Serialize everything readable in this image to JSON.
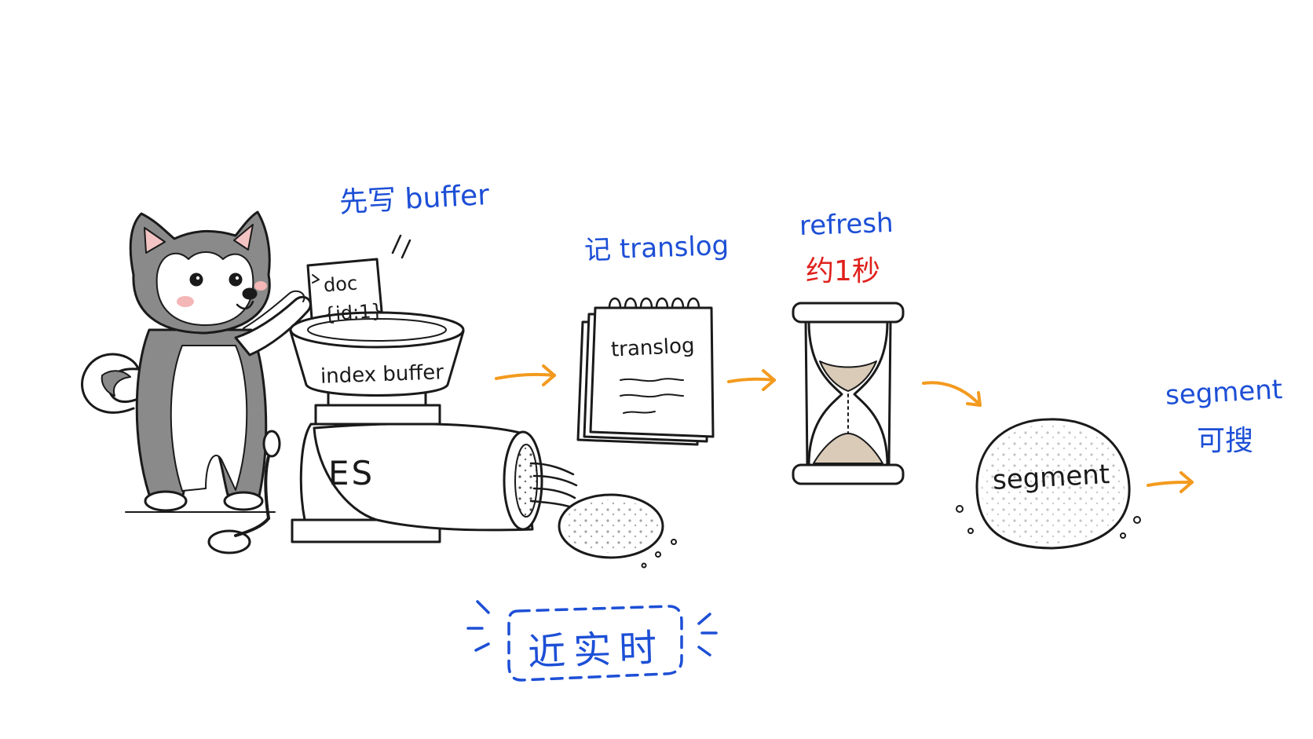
{
  "labels": {
    "write_buffer": "先写 buffer",
    "write_translog": "记 translog",
    "refresh": "refresh",
    "refresh_interval": "约1秒",
    "segment_searchable_1": "segment",
    "segment_searchable_2": "可搜",
    "near_realtime": "近实时"
  },
  "objects": {
    "doc_line1": "doc",
    "doc_line2": "{id:1}",
    "hopper_label": "index buffer",
    "machine_label": "ES",
    "notebook_label": "translog",
    "segment_label": "segment"
  },
  "colors": {
    "ink": "#1a1a1a",
    "annotation_blue": "#1d4fd6",
    "annotation_red": "#e0201c",
    "arrow_orange": "#f39a1e",
    "fur_gray": "#8a8a8a",
    "sand": "#d9cbb8"
  }
}
